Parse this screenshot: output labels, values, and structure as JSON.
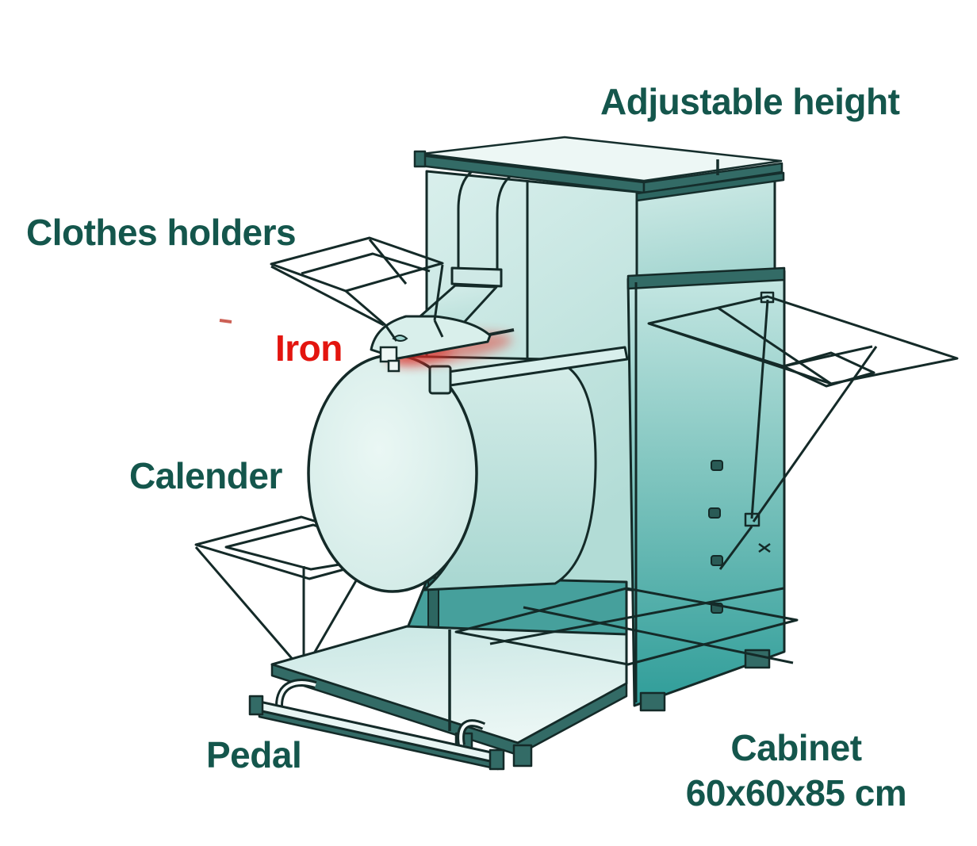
{
  "diagram": {
    "labels": {
      "adjustable_height": "Adjustable height",
      "clothes_holders": "Clothes holders",
      "iron": "Iron",
      "calender": "Calender",
      "pedal": "Pedal",
      "cabinet_line1": "Cabinet",
      "cabinet_line2": "60x60x85 cm"
    },
    "colors": {
      "label_teal": "#14564c",
      "label_red": "#e3150f",
      "outline_dark": "#142a28",
      "edge_band_teal": "#336b66",
      "fill_light_mint": "#d9efec",
      "fill_mid_teal": "#46a09c",
      "panel_deep_teal": "#2f9d99",
      "heat_glow_red": "#e2372e",
      "background": "#ffffff"
    }
  }
}
